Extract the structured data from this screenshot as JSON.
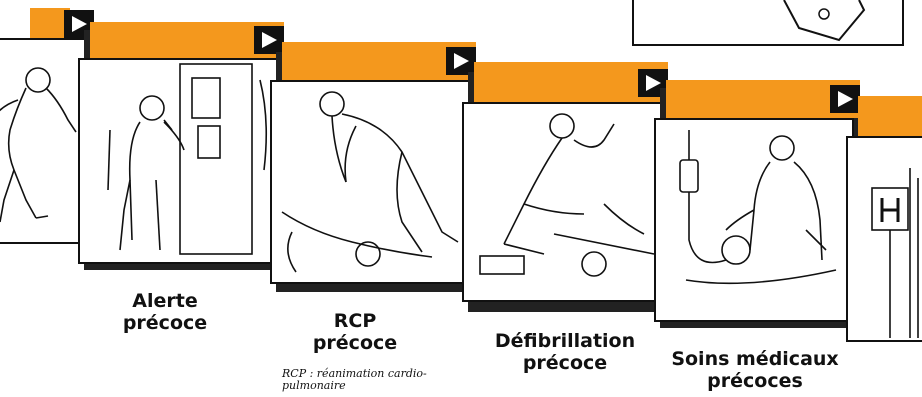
{
  "steps": [
    {
      "line1": "Alerte",
      "line2": "précoce"
    },
    {
      "line1": "RCP",
      "line2": "précoce"
    },
    {
      "line1": "Défibrillation",
      "line2": "précoce"
    },
    {
      "line1": "Soins médicaux",
      "line2": "précoces"
    }
  ],
  "footnote": {
    "line1": "RCP : réanimation cardio-",
    "line2": "pulmonaire"
  },
  "colors": {
    "bar": "#f4981d",
    "frame": "#111111"
  }
}
